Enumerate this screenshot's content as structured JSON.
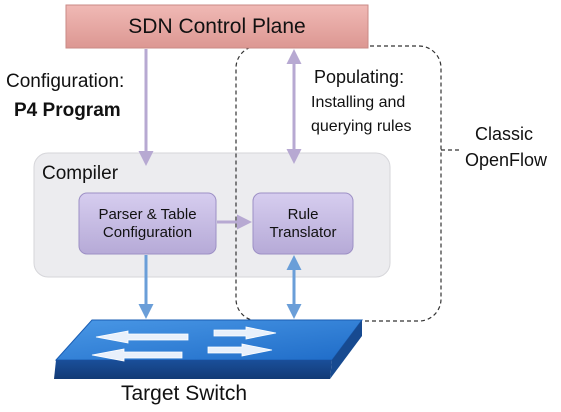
{
  "control_plane": {
    "label": "SDN Control Plane"
  },
  "configuration": {
    "line1": "Configuration:",
    "line2": "P4 Program"
  },
  "populating": {
    "line1": "Populating:",
    "line2": "Installing and",
    "line3": "querying rules"
  },
  "classic": {
    "line1": "Classic",
    "line2": "OpenFlow"
  },
  "compiler": {
    "label": "Compiler"
  },
  "parser_box": {
    "line1": "Parser & Table",
    "line2": "Configuration"
  },
  "rule_box": {
    "line1": "Rule",
    "line2": "Translator"
  },
  "switch": {
    "label": "Target Switch"
  },
  "colors": {
    "control_plane_fill": "#e8a9a5",
    "compiler_fill": "#ececef",
    "inner_box_fill": "#c8bee3",
    "purple_arrow": "#b7a9d2",
    "blue_arrow": "#6a9ed8",
    "switch_top": "#2c7fd6"
  }
}
